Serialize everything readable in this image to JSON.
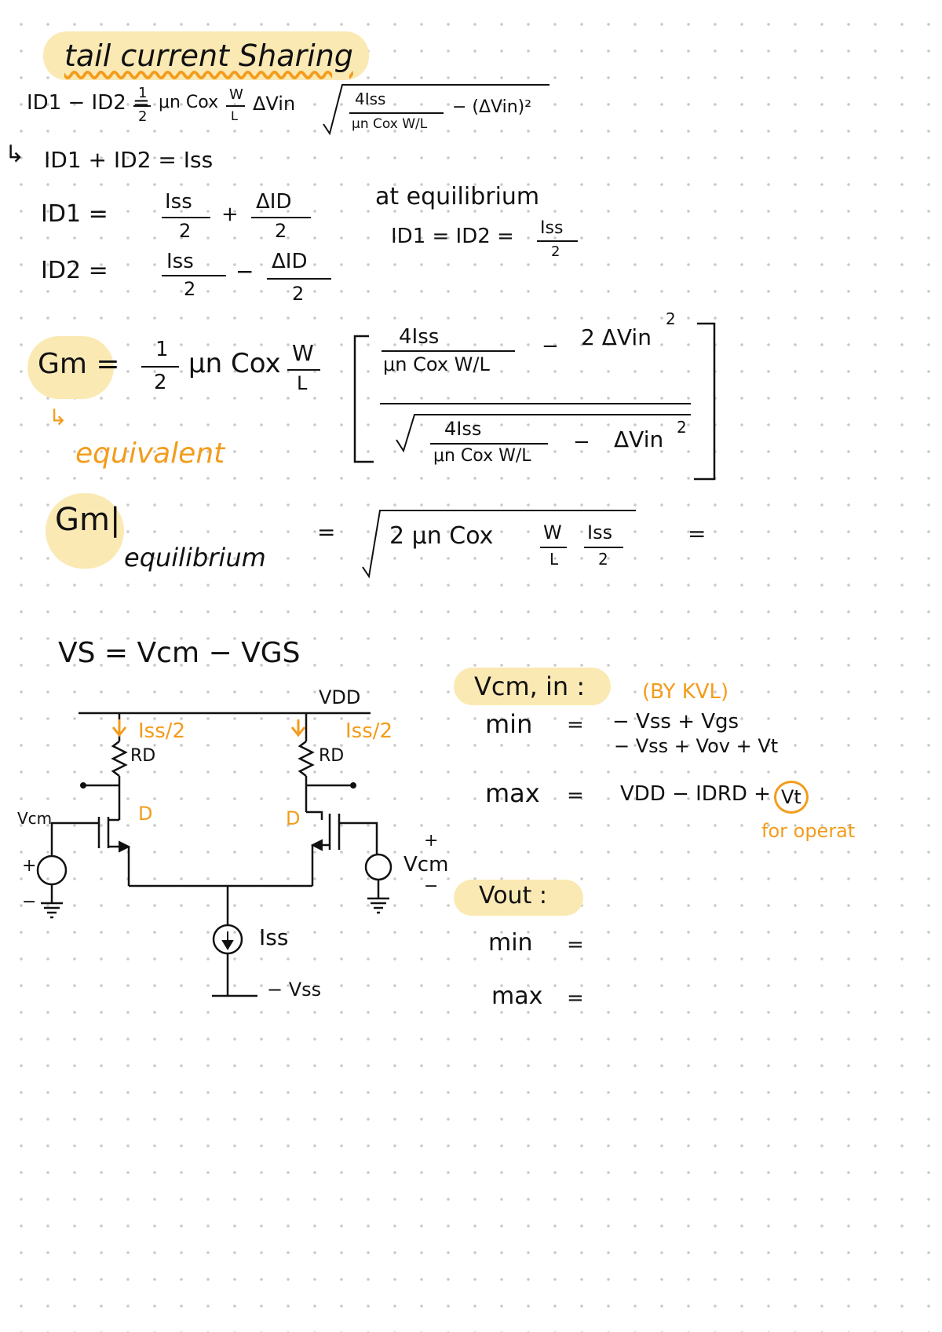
{
  "title": "tail current Sharing",
  "eq_diff": {
    "lhs": "ID1 − ID2 =",
    "half_num": "1",
    "half_den": "2",
    "coef": "μn Cox",
    "w": "W",
    "l": "L",
    "dvin": "ΔVin",
    "sqrt_num": "4Iss",
    "sqrt_den": "μn Cox W/L",
    "sqrt_tail": "− (ΔVin)²"
  },
  "eq_sum": {
    "arrow": "↳",
    "text": "ID1 + ID2 = Iss"
  },
  "eq_id1": {
    "lhs": "ID1 =",
    "t1_num": "Iss",
    "t1_den": "2",
    "op": "+",
    "t2_num": "ΔID",
    "t2_den": "2"
  },
  "eq_id2": {
    "lhs": "ID2 =",
    "t1_num": "Iss",
    "t1_den": "2",
    "op": "−",
    "t2_num": "ΔID",
    "t2_den": "2"
  },
  "equilibrium_note": {
    "line1": "at equilibrium",
    "line2": "ID1 = ID2 =",
    "frac_num": "Iss",
    "frac_den": "2"
  },
  "gm_eq": {
    "lhs": "Gm =",
    "half_num": "1",
    "half_den": "2",
    "coef": "μn Cox",
    "w": "W",
    "l": "L",
    "num_a": "4Iss",
    "num_a_den": "μn Cox W/L",
    "num_minus": "−",
    "num_b": "2 ΔVin",
    "num_b_exp": "2",
    "den_num": "4Iss",
    "den_den": "μn Cox W/L",
    "den_minus": "−",
    "den_tail": "ΔVin",
    "den_tail_exp": "2"
  },
  "equivalent": {
    "arrow": "↳",
    "label": "equivalent"
  },
  "gm_equilibrium": {
    "lhs": "Gm|",
    "lhs_sub": "equilibrium",
    "eq": "=",
    "body": "2 μn Cox",
    "w": "W",
    "l": "L",
    "i_num": "Iss",
    "i_den": "2",
    "trailing": "="
  },
  "vs_eq": "VS = Vcm − VGS",
  "circuit": {
    "vdd": "VDD",
    "iss_half_left": "Iss/2",
    "iss_half_right": "Iss/2",
    "rd_left": "RD",
    "rd_right": "RD",
    "d_left": "D",
    "d_right": "D",
    "vcm_left": "Vcm",
    "vcm_right": "Vcm",
    "plus_left": "+",
    "minus_left": "−",
    "plus_right": "+",
    "minus_right": "−",
    "iss": "Iss",
    "vss": "− Vss"
  },
  "vcm_in": {
    "label": "Vcm, in :",
    "note": "(BY KVL)",
    "min_label": "min",
    "eq1": "=",
    "min_line1": "− Vss + Vgs",
    "min_line2": "− Vss + Vov + Vt",
    "max_label": "max",
    "eq2": "=",
    "max_expr": "VDD − IDRD +",
    "vt_circled": "Vt",
    "max_note": "for operat"
  },
  "vout": {
    "label": "Vout :",
    "min_label": "min",
    "eq1": "=",
    "max_label": "max",
    "eq2": "="
  },
  "colors": {
    "accent": "#f39c1c",
    "highlight": "#fbe9b4",
    "ink": "#111111",
    "dot": "#c9c9c9"
  }
}
